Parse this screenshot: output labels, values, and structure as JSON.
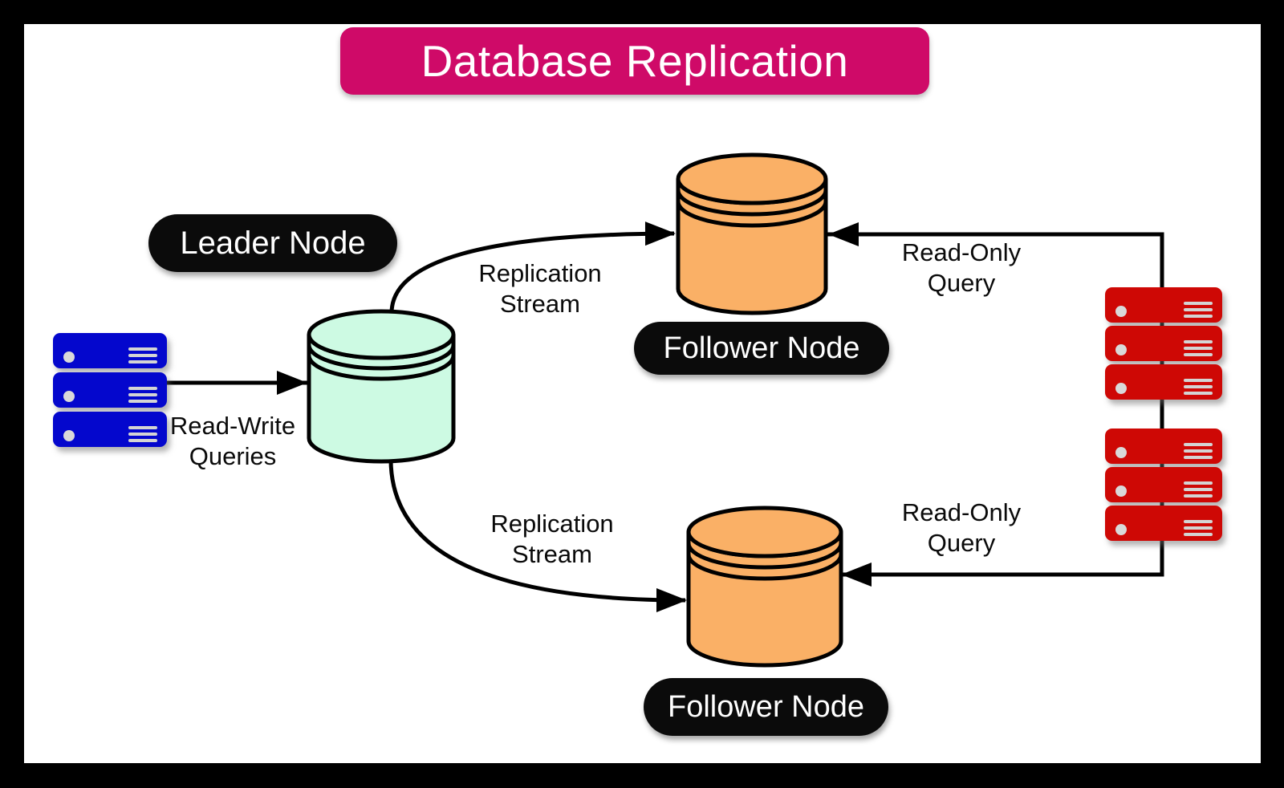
{
  "diagram": {
    "title": "Database Replication",
    "nodes": {
      "leader": {
        "label": "Leader Node",
        "type": "database-cylinder"
      },
      "follower_top": {
        "label": "Follower Node",
        "type": "database-cylinder"
      },
      "follower_bottom": {
        "label": "Follower Node",
        "type": "database-cylinder"
      }
    },
    "edges": {
      "read_write": {
        "line1": "Read-Write",
        "line2": "Queries"
      },
      "replication_top": {
        "line1": "Replication",
        "line2": "Stream"
      },
      "replication_bottom": {
        "line1": "Replication",
        "line2": "Stream"
      },
      "read_only_top": {
        "line1": "Read-Only",
        "line2": "Query"
      },
      "read_only_bottom": {
        "line1": "Read-Only",
        "line2": "Query"
      }
    },
    "colors": {
      "banner": "#CF0A68",
      "leader_fill": "#CDFAE3",
      "follower_fill": "#FAB066",
      "write_server": "#0407CD",
      "read_server": "#CE0805",
      "label_pill": "#0B0B0B",
      "stroke": "#000000"
    }
  }
}
